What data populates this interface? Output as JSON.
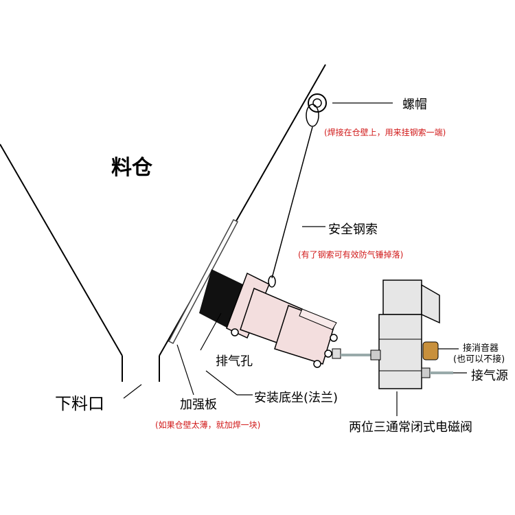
{
  "labels": {
    "bin": "料仓",
    "nut": "螺帽",
    "nut_note": "(焊接在仓壁上，用来挂钢索一端)",
    "cable": "安全钢索",
    "cable_note": "(有了钢索可有效防气锤掉落)",
    "exhaust": "排气孔",
    "muffler": "接消音器",
    "muffler_note": "(也可以不接)",
    "air_source": "接气源",
    "base": "安装底坐(法兰)",
    "outlet": "下料口",
    "plate": "加强板",
    "plate_note": "(如果仓壁太薄，就加焊一块)",
    "valve": "两位三通常闭式电磁阀"
  },
  "colors": {
    "note": "#d11a1a",
    "hammer_body": "#f3dede",
    "valve_body": "#e6e6e6",
    "muffler": "#c8903c",
    "base_block": "#111111"
  }
}
